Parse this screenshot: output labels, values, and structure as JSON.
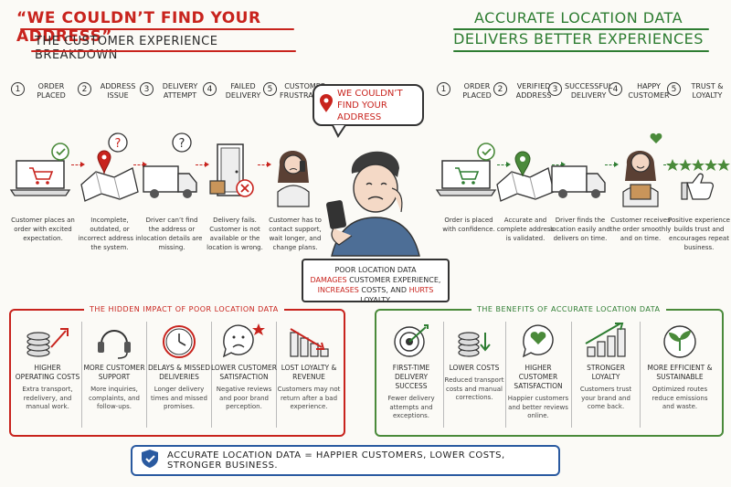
{
  "left": {
    "title": "“We couldn’t find your address”",
    "subtitle": "The customer experience breakdown",
    "steps": [
      {
        "num": "1",
        "label": "Order placed",
        "desc": "Customer places an order with excited expectation."
      },
      {
        "num": "2",
        "label": "Address issue",
        "desc": "Incomplete, outdated, or incorrect address in the system."
      },
      {
        "num": "3",
        "label": "Delivery attempt",
        "desc": "Driver can’t find the address or location details are missing."
      },
      {
        "num": "4",
        "label": "Failed delivery",
        "desc": "Delivery fails. Customer is not available or the location is wrong."
      },
      {
        "num": "5",
        "label": "Customer frustration",
        "desc": "Customer has to contact support, wait longer, and change plans."
      }
    ]
  },
  "right": {
    "title_line1": "Accurate location data",
    "title_line2": "delivers better experiences",
    "steps": [
      {
        "num": "1",
        "label": "Order placed",
        "desc": "Order is placed with confidence."
      },
      {
        "num": "2",
        "label": "Verified address",
        "desc": "Accurate and complete address is validated."
      },
      {
        "num": "3",
        "label": "Successful delivery",
        "desc": "Driver finds the location easily and delivers on time."
      },
      {
        "num": "4",
        "label": "Happy customer",
        "desc": "Customer receives the order smoothly and on time."
      },
      {
        "num": "5",
        "label": "Trust & loyalty",
        "desc": "Positive experience builds trust and encourages repeat business."
      }
    ]
  },
  "center": {
    "bubble": "We couldn’t find your address",
    "banner_line1": "Poor location data",
    "banner_w1": "Damages",
    "banner_t1": " customer experience,",
    "banner_w2": "Increases",
    "banner_t2": " costs, and ",
    "banner_w3": "hurts",
    "banner_t3": " loyalty."
  },
  "impact": {
    "title": "The hidden impact of poor location data",
    "items": [
      {
        "title": "Higher operating costs",
        "desc": "Extra transport, redelivery, and manual work.",
        "icon": "coins-rising-icon"
      },
      {
        "title": "More customer support",
        "desc": "More inquiries, complaints, and follow-ups.",
        "icon": "headset-icon"
      },
      {
        "title": "Delays & missed deliveries",
        "desc": "Longer delivery times and missed promises.",
        "icon": "clock-icon"
      },
      {
        "title": "Lower customer satisfaction",
        "desc": "Negative reviews and poor brand perception.",
        "icon": "sad-face-icon"
      },
      {
        "title": "Lost loyalty & revenue",
        "desc": "Customers may not return after a bad experience.",
        "icon": "declining-chart-icon"
      }
    ]
  },
  "benefits": {
    "title": "The benefits of accurate location data",
    "items": [
      {
        "title": "First-time delivery success",
        "desc": "Fewer delivery attempts and exceptions.",
        "icon": "target-icon"
      },
      {
        "title": "Lower costs",
        "desc": "Reduced transport costs and manual corrections.",
        "icon": "coins-down-icon"
      },
      {
        "title": "Higher customer satisfaction",
        "desc": "Happier customers and better reviews online.",
        "icon": "heart-bubble-icon"
      },
      {
        "title": "Stronger loyalty",
        "desc": "Customers trust your brand and come back.",
        "icon": "rising-chart-icon"
      },
      {
        "title": "More efficient & sustainable",
        "desc": "Optimized routes reduce emissions and waste.",
        "icon": "leaf-icon"
      }
    ]
  },
  "footer": {
    "text": "Accurate location data = happier customers, lower costs, stronger business."
  },
  "colors": {
    "red": "#c8231d",
    "green": "#2e7d32",
    "blue": "#2a5aa0"
  }
}
